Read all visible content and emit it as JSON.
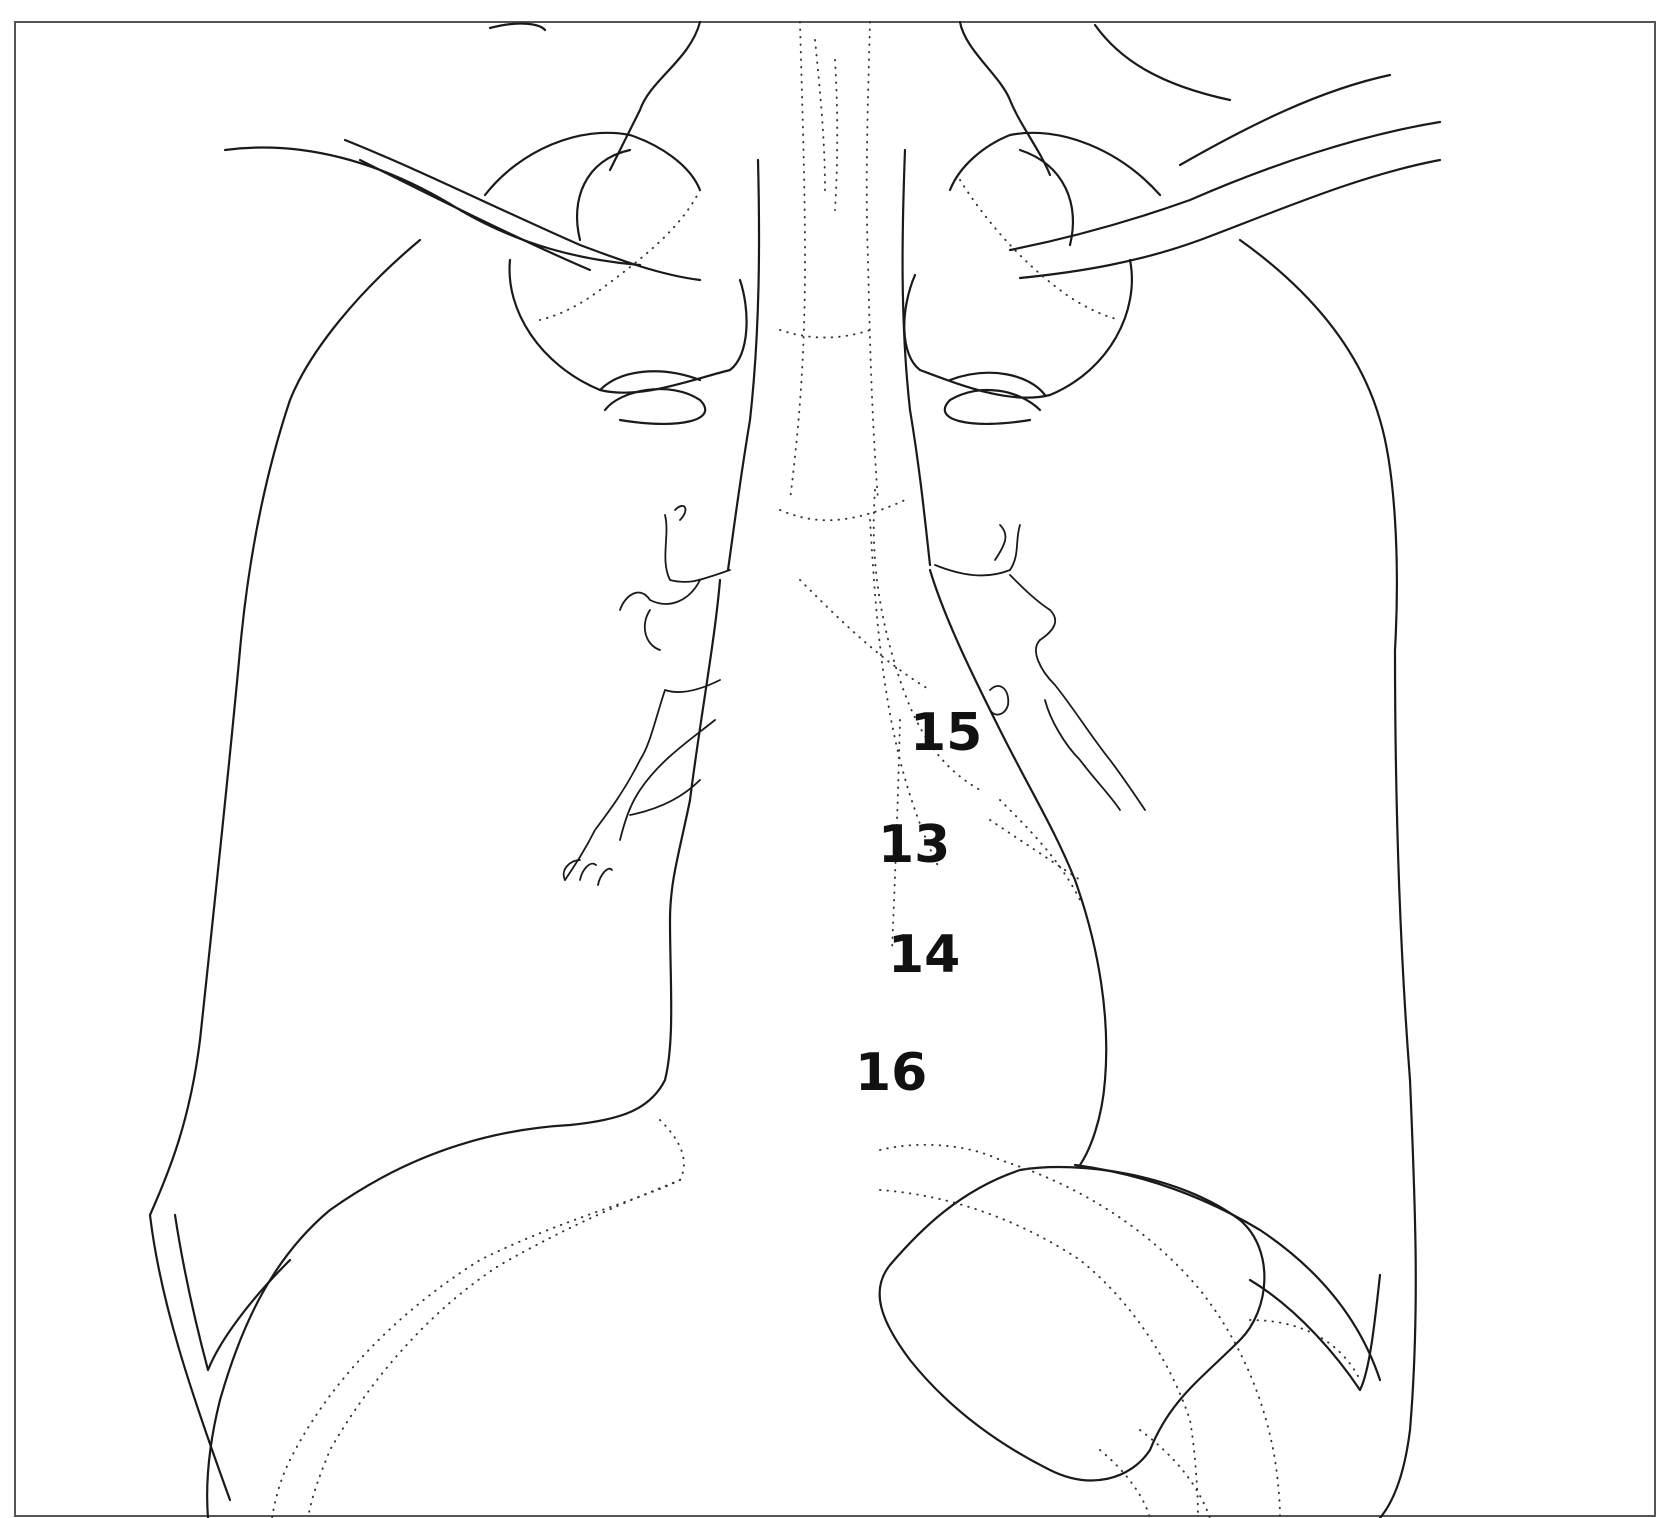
{
  "diagram": {
    "labels": [
      {
        "id": "15",
        "text": "15"
      },
      {
        "id": "13",
        "text": "13"
      },
      {
        "id": "14",
        "text": "14"
      },
      {
        "id": "16",
        "text": "16"
      }
    ]
  }
}
